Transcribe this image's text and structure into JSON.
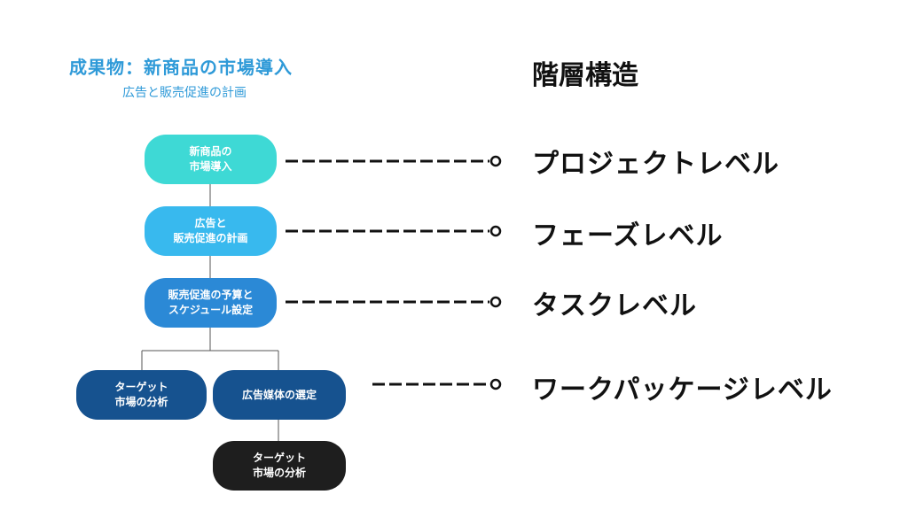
{
  "header": {
    "deliverable_title": "成果物：新商品の市場導入",
    "deliverable_subtitle": "広告と販売促進の計画",
    "heading": "階層構造"
  },
  "tree": {
    "project": "新商品の\n市場導入",
    "phase": "広告と\n販売促進の計画",
    "task": "販売促進の予算と\nスケジュール設定",
    "work_package_1": "ターゲット\n市場の分析",
    "work_package_2": "広告媒体の選定",
    "sub_item": "ターゲット\n市場の分析"
  },
  "levels": {
    "project_level": "プロジェクトレベル",
    "phase_level": "フェーズレベル",
    "task_level": "タスクレベル",
    "work_package_level": "ワークパッケージレベル"
  },
  "colors": {
    "title_blue": "#2f9ad8",
    "project": "#3ed9d5",
    "phase": "#38b9ee",
    "task": "#2b89d6",
    "work_package": "#16528f",
    "sub_item": "#1e1e1e"
  }
}
